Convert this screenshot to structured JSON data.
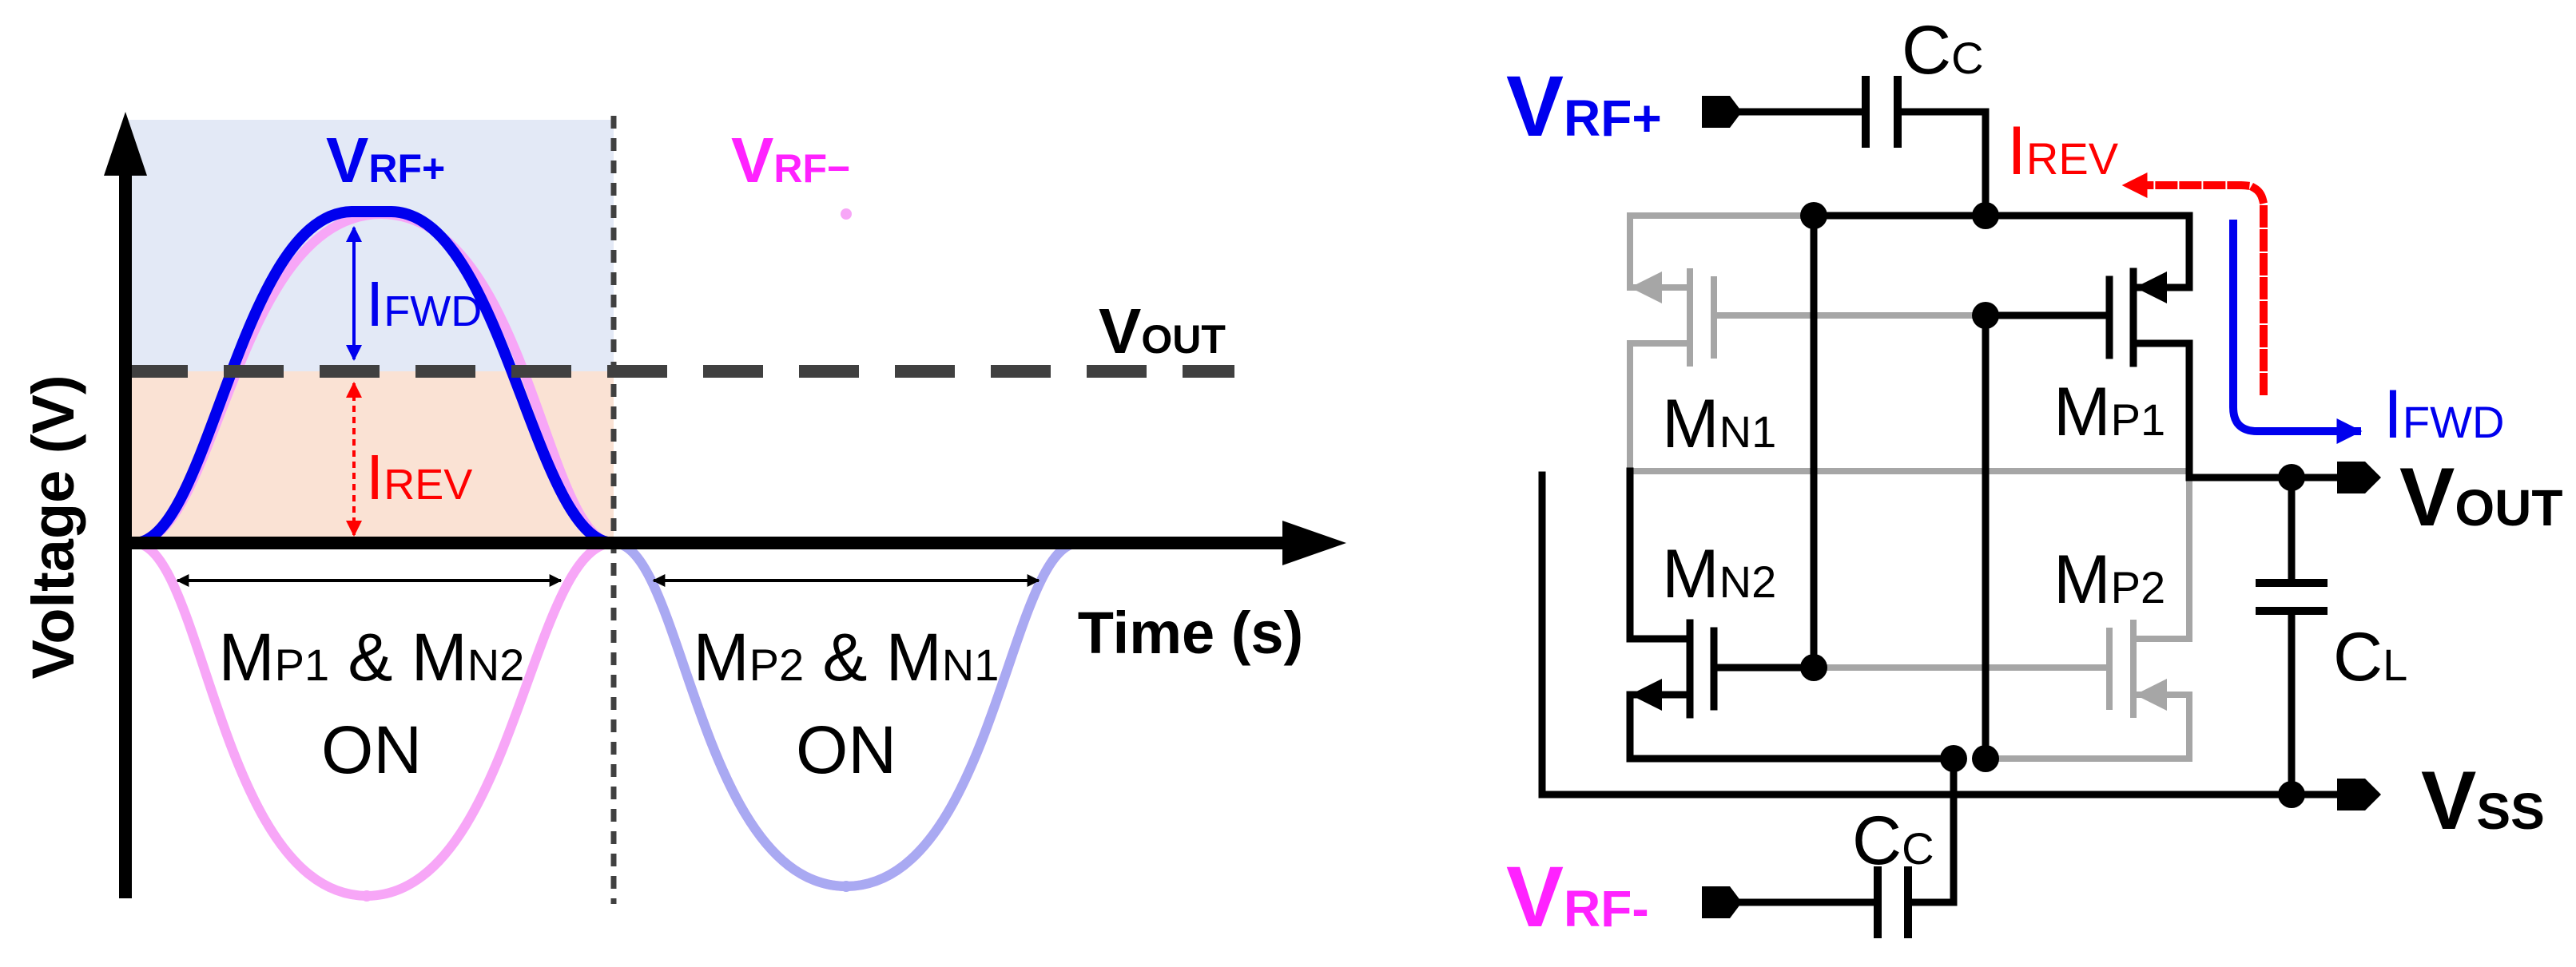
{
  "colors": {
    "blue": "#0000ee",
    "magenta": "#ff22ff",
    "pink_curve": "#f7a6f7",
    "lav_curve": "#a9a9f2",
    "red": "#ff0000",
    "gray": "#a6a6a6",
    "black": "#000000",
    "blue_shade": "#e3e9f6",
    "orange_shade": "#fae2d4",
    "vout_dash": "#404040"
  },
  "waveform": {
    "y_axis_label": "Voltage (V)",
    "x_axis_label": "Time (s)",
    "vrf_plus": {
      "main": "V",
      "sub": "RF+"
    },
    "vrf_minus": {
      "main": "V",
      "sub": "RF−"
    },
    "vout": {
      "main": "V",
      "sub": "OUT"
    },
    "i_fwd": {
      "main": "I",
      "sub": "FWD"
    },
    "i_rev": {
      "main": "I",
      "sub": "REV"
    },
    "phase1": {
      "m1": "M",
      "m1_sub": "P1",
      "amp": " & ",
      "m2": "M",
      "m2_sub": "N2",
      "state": "ON"
    },
    "phase2": {
      "m1": "M",
      "m1_sub": "P2",
      "amp": " & ",
      "m2": "M",
      "m2_sub": "N1",
      "state": "ON"
    }
  },
  "schematic": {
    "vrf_plus": {
      "main": "V",
      "sub": "RF+"
    },
    "vrf_minus": {
      "main": "V",
      "sub": "RF-"
    },
    "cc_top": {
      "main": "C",
      "sub": "C"
    },
    "cc_bottom": {
      "main": "C",
      "sub": "C"
    },
    "i_rev": {
      "main": "I",
      "sub": "REV"
    },
    "i_fwd": {
      "main": "I",
      "sub": "FWD"
    },
    "mp1": {
      "main": "M",
      "sub": "P1"
    },
    "mp2": {
      "main": "M",
      "sub": "P2"
    },
    "mn1": {
      "main": "M",
      "sub": "N1"
    },
    "mn2": {
      "main": "M",
      "sub": "N2"
    },
    "vout": {
      "main": "V",
      "sub": "OUT"
    },
    "vss": {
      "main": "V",
      "sub": "SS"
    },
    "cl": {
      "main": "C",
      "sub": "L"
    }
  }
}
